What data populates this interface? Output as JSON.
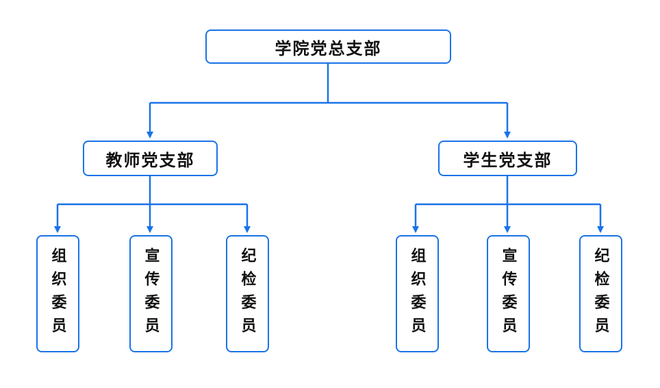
{
  "diagram": {
    "colors": {
      "border": "#1a73e8",
      "connector": "#1a73e8",
      "text": "#111111"
    },
    "root": {
      "label": "学院党总支部"
    },
    "branches": [
      {
        "label": "教师党支部",
        "members": [
          {
            "label": "组织委员"
          },
          {
            "label": "宣传委员"
          },
          {
            "label": "纪检委员"
          }
        ]
      },
      {
        "label": "学生党支部",
        "members": [
          {
            "label": "组织委员"
          },
          {
            "label": "宣传委员"
          },
          {
            "label": "纪检委员"
          }
        ]
      }
    ]
  }
}
